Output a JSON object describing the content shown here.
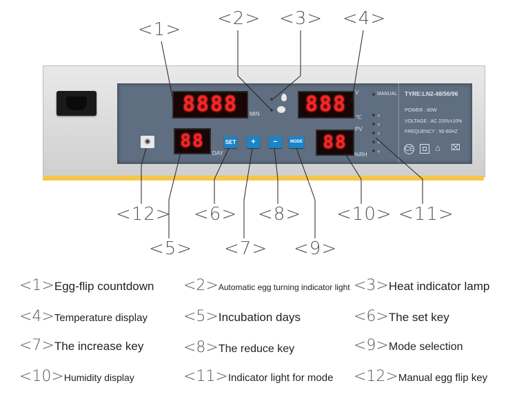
{
  "callouts": {
    "c1": "<1>",
    "c2": "<2>",
    "c3": "<3>",
    "c4": "<4>",
    "c5": "<5>",
    "c6": "<6>",
    "c7": "<7>",
    "c8": "<8>",
    "c9": "<9>",
    "c10": "<10>",
    "c11": "<11>",
    "c12": "<12>"
  },
  "panel": {
    "countdown_display": "8888",
    "min_label": "MIN",
    "temperature_display": "888",
    "celsius_label": "℃",
    "v_label": "V",
    "days_display": "88",
    "day_label": "DAY",
    "humidity_display": "88",
    "pv_label": "PV",
    "rh_label": "%RH",
    "set_key": "SET",
    "plus_key": "+",
    "minus_key": "−",
    "mode_key": "MODE",
    "manual_label": "MANUAL",
    "type_label": "TYRE:LN2-48/56/96",
    "power_label": "POWER : 80W",
    "voltage_label": "VOLTAGE : AC 220V±10%",
    "frequency_label": "FREQUENCY : 50-60HZ",
    "ce_mark": "CE"
  },
  "legend": [
    {
      "num": "<1>",
      "text": "Egg-flip countdown"
    },
    {
      "num": "<2>",
      "text": "Automatic egg turning indicator light"
    },
    {
      "num": "<3>",
      "text": "Heat indicator lamp"
    },
    {
      "num": "<4>",
      "text": "Temperature display"
    },
    {
      "num": "<5>",
      "text": "Incubation days"
    },
    {
      "num": "<6>",
      "text": "The set key"
    },
    {
      "num": "<7>",
      "text": "The increase key"
    },
    {
      "num": "<8>",
      "text": "The reduce key"
    },
    {
      "num": "<9>",
      "text": "Mode selection"
    },
    {
      "num": "<10>",
      "text": "Humidity display"
    },
    {
      "num": "<11>",
      "text": "Indicator light for mode"
    },
    {
      "num": "<12>",
      "text": "Manual egg flip key"
    }
  ],
  "colors": {
    "led": "#ff2424",
    "panel_face": "#5f6e80",
    "key_blue": "#1b84c6",
    "trim_yellow": "#f4c64a"
  }
}
